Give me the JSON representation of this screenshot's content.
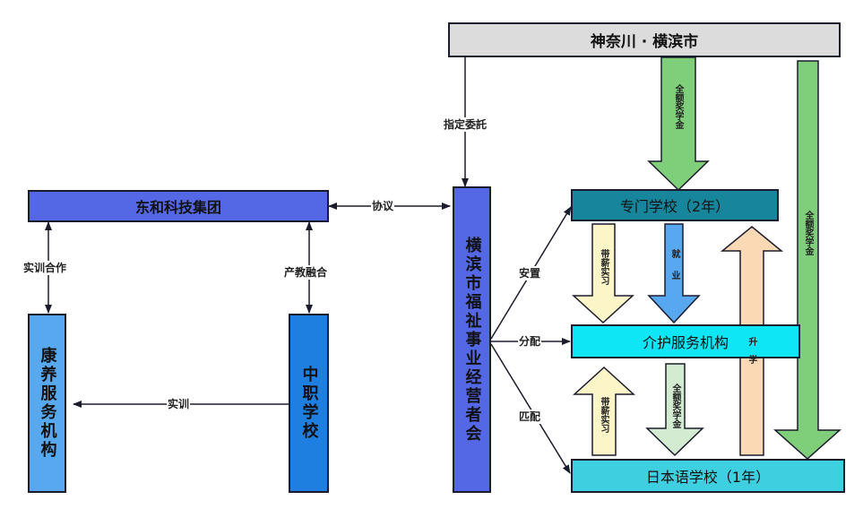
{
  "nodes": {
    "city": "神奈川 · 横滨市",
    "group": "东和科技集团",
    "association": "横滨市福祉事业经营者会",
    "vocational_school": "专门学校（2年）",
    "care_institution": "介护服务机构",
    "language_school": "日本语学校（1年）",
    "kangyang_institution": "康养服务机构",
    "secondary_school": "中职学校"
  },
  "edges": {
    "designated_entrust": "指定委託",
    "agreement": "协议",
    "training_cooperation": "实训合作",
    "industry_education": "产教融合",
    "practical_training": "实训",
    "placement": "安置",
    "allocation": "分配",
    "matching": "匹配"
  },
  "big_arrows": {
    "full_scholarship_top": "全额奖学金",
    "full_scholarship_right": "全额奖学金",
    "full_scholarship_mid": "全额奖学金",
    "paid_internship_top": "带薪实习",
    "paid_internship_bottom": "带薪实习",
    "employment": "就业",
    "advancement": "升学"
  },
  "colors": {
    "city_fill": "#dcdcdc",
    "group_fill": "#5468e6",
    "association_fill": "#5468e6",
    "vocational_fill": "#17859c",
    "care_fill": "#0fe6f5",
    "language_fill": "#3ecfe0",
    "kangyang_fill": "#57a8ef",
    "secondary_fill": "#1f7fe0",
    "green_arrow": "#7fcf7a",
    "cream_arrow": "#fbf5c8",
    "blue_arrow": "#57a8ef",
    "peach_arrow": "#fbd9b4",
    "pale_green_arrow": "#d3ecd1"
  }
}
